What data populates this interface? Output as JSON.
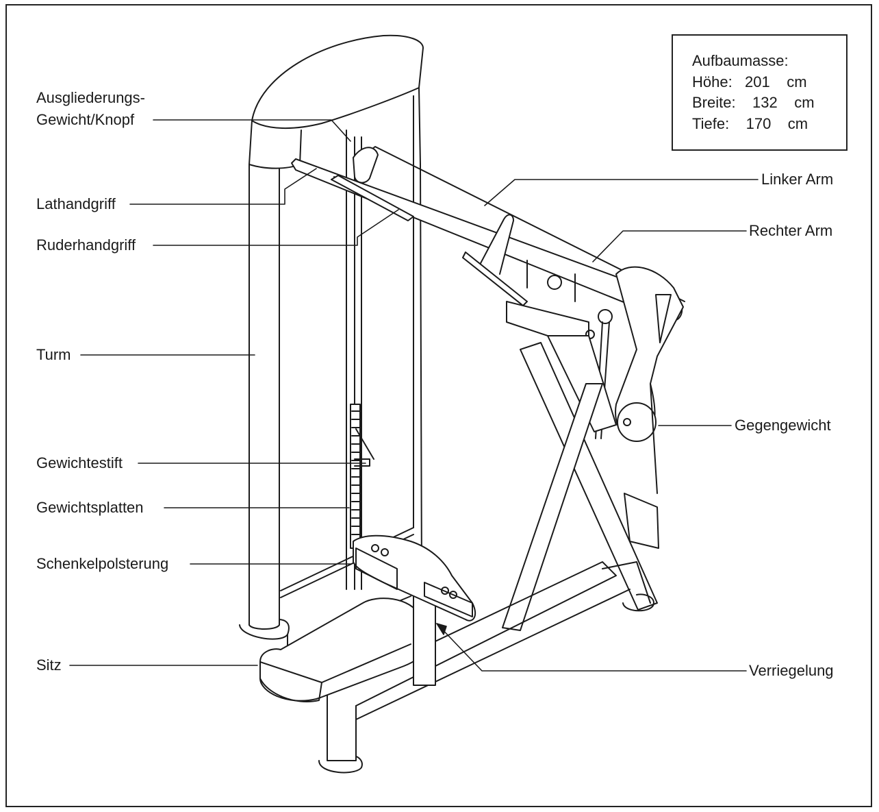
{
  "labels": {
    "release_knob_line1": "Ausgliederungs-",
    "release_knob_line2": "Gewicht/Knopf",
    "lat_handle": "Lathandgriff",
    "row_handle": "Ruderhandgriff",
    "tower": "Turm",
    "weight_pin": "Gewichtestift",
    "weight_plates": "Gewichtsplatten",
    "thigh_pad": "Schenkelpolsterung",
    "seat": "Sitz",
    "left_arm": "Linker   Arm",
    "right_arm": "Rechter   Arm",
    "counterweight": "Gegengewicht",
    "lock": "Verriegelung"
  },
  "dimensions_box": {
    "title": "Aufbaumasse:",
    "height": "Höhe:   201    cm",
    "width": "Breite:    132    cm",
    "depth": "Tiefe:    170    cm"
  }
}
